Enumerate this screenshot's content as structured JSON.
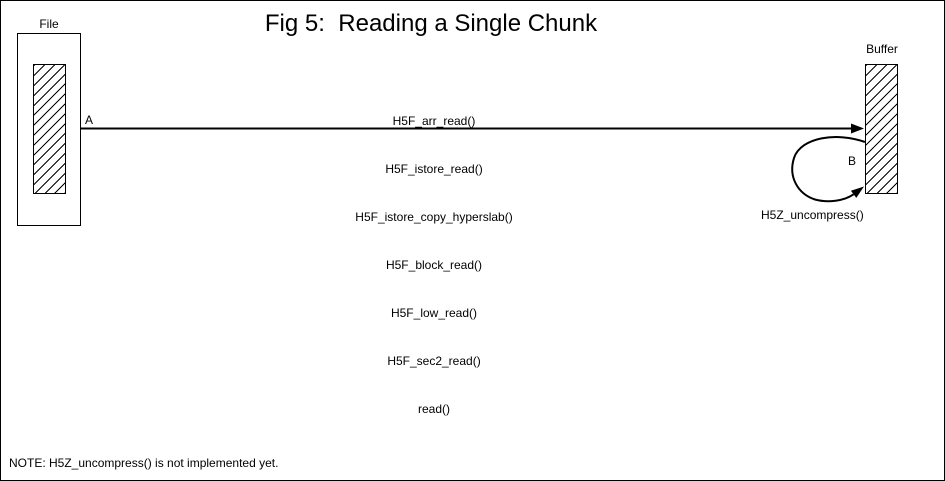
{
  "canvas": {
    "background": "#ffffff",
    "line_color": "#000000"
  },
  "title": "Fig 5:  Reading a Single Chunk",
  "file": {
    "label": "File"
  },
  "buffer": {
    "label": "Buffer"
  },
  "transfer": {
    "label": "A",
    "functions": [
      "H5F_arr_read()",
      "H5F_istore_read()",
      "H5F_istore_copy_hyperslab()",
      "H5F_block_read()",
      "H5F_low_read()",
      "H5F_sec2_read()",
      "read()"
    ]
  },
  "uncompress": {
    "label": "B",
    "function": "H5Z_uncompress()"
  },
  "note": "NOTE: H5Z_uncompress() is not implemented yet."
}
